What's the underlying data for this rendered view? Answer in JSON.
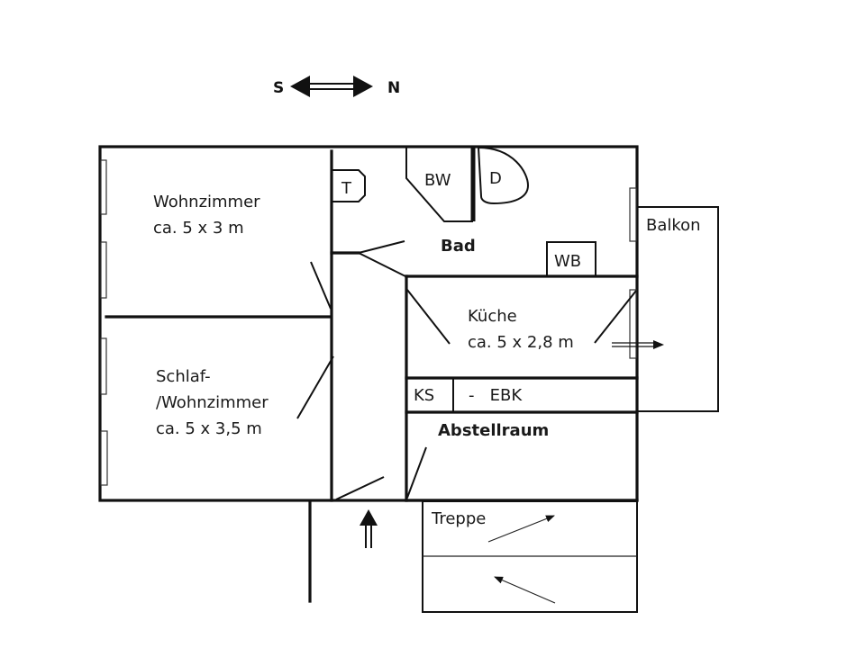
{
  "compass": {
    "south": "S",
    "north": "N"
  },
  "rooms": {
    "wohnzimmer": {
      "name": "Wohnzimmer",
      "size": "ca. 5 x 3 m"
    },
    "schlafzimmer": {
      "name_line1": "Schlaf-",
      "name_line2": "/Wohnzimmer",
      "size": "ca. 5 x 3,5 m"
    },
    "bad": {
      "name": "Bad"
    },
    "kueche": {
      "name": "Küche",
      "size": "ca. 5 x 2,8 m"
    },
    "abstellraum": {
      "name": "Abstellraum"
    },
    "balkon": {
      "name": "Balkon"
    },
    "treppe": {
      "name": "Treppe"
    }
  },
  "fixtures": {
    "toilet": "T",
    "bathtub": "BW",
    "shower": "D",
    "washbasin": "WB",
    "fridge": "KS",
    "kitchen": "-   EBK"
  },
  "colors": {
    "walls": "#111111",
    "background": "#ffffff"
  }
}
